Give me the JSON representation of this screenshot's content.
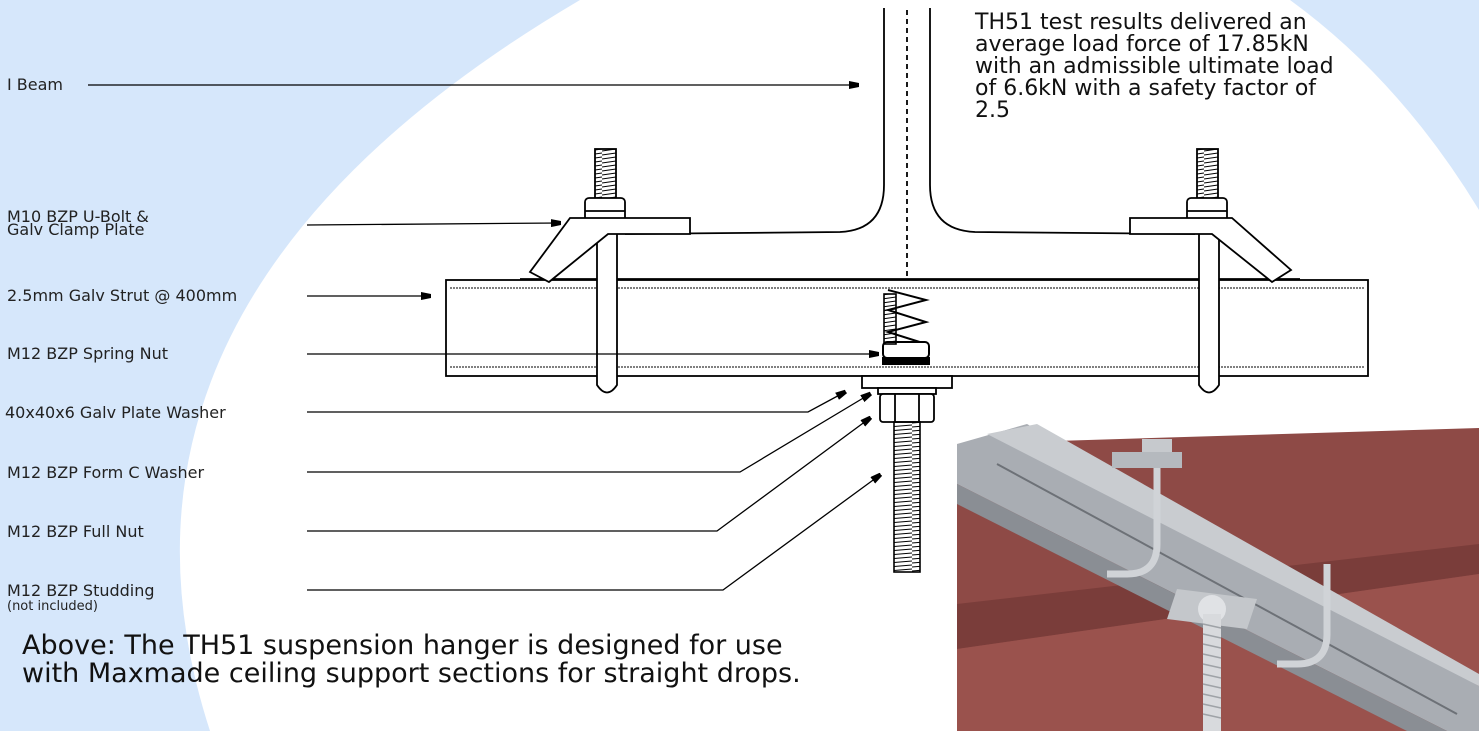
{
  "labels": {
    "i_beam": "I Beam",
    "u_bolt_1": "M10 BZP U-Bolt &",
    "u_bolt_2": "Galv Clamp Plate",
    "strut": "2.5mm Galv Strut @ 400mm",
    "spring_nut": "M12 BZP Spring Nut",
    "plate_washer": "40x40x6 Galv Plate Washer",
    "form_c_washer": "M12 BZP Form C Washer",
    "full_nut": "M12 BZP Full Nut",
    "studding": "M12 BZP Studding",
    "studding_note": "(not included)"
  },
  "note": {
    "line1": "TH51 test results delivered an",
    "line2": "average load force of 17.85kN",
    "line3": "with an admissible ultimate load",
    "line4": "of 6.6kN with a safety factor of",
    "line5": "2.5"
  },
  "caption": {
    "line1": "Above: The TH51 suspension hanger is designed for use",
    "line2": "with Maxmade ceiling support sections for straight drops."
  },
  "colors": {
    "background_blue": "#d6e7fb",
    "beam_red": "#8e4a46",
    "strut_grey": "#b8bcc2"
  }
}
